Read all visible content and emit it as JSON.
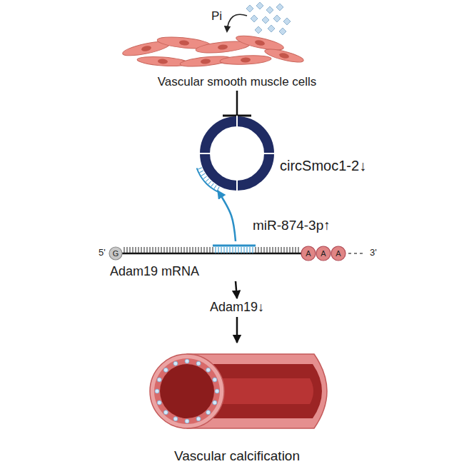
{
  "diagram": {
    "nodes": [
      {
        "text": [
          "Vascular smooth muscle cells"
        ]
      },
      {
        "text": [
          "circSmoc1-2↓"
        ]
      },
      {
        "text": [
          "Adam19 mRNA"
        ]
      },
      {
        "text": [
          "Adam19↓"
        ]
      },
      {
        "text": [
          "Vascular calcification"
        ]
      }
    ],
    "edges": [
      {
        "from": 0,
        "to": 1,
        "arrow": "none"
      },
      {
        "from": 2,
        "to": 1,
        "arrow": "to"
      },
      {
        "from": 2,
        "to": 3,
        "arrow": "to"
      },
      {
        "from": 3,
        "to": 4,
        "arrow": "to"
      }
    ],
    "labels": [
      "Pi",
      "miR-874-3p↑",
      "5'",
      "G",
      "A",
      "A",
      "A",
      "3'"
    ]
  }
}
